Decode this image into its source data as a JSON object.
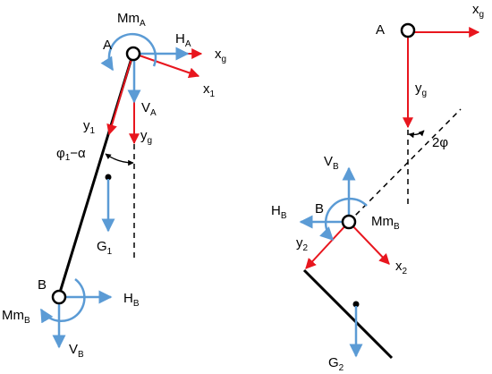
{
  "colors": {
    "force": "#5b9bd5",
    "axis": "#e8161e",
    "member": "#000000",
    "dashed": "#000000",
    "pin": "#000000"
  },
  "left": {
    "point_a": {
      "base": "A",
      "sub": ""
    },
    "moment_a": {
      "base": "Mm",
      "sub": "A"
    },
    "h_a": {
      "base": "H",
      "sub": "A"
    },
    "v_a": {
      "base": "V",
      "sub": "A"
    },
    "xg": {
      "base": "x",
      "sub": "g"
    },
    "x1": {
      "base": "x",
      "sub": "1"
    },
    "y1": {
      "base": "y",
      "sub": "1"
    },
    "yg": {
      "base": "y",
      "sub": "g"
    },
    "angle": {
      "base": "φ",
      "sub": "1",
      "rest": "−α"
    },
    "g1": {
      "base": "G",
      "sub": "1"
    },
    "point_b": {
      "base": "B",
      "sub": ""
    },
    "h_b": {
      "base": "H",
      "sub": "B"
    },
    "moment_b": {
      "base": "Mm",
      "sub": "B"
    },
    "v_b": {
      "base": "V",
      "sub": "B"
    }
  },
  "right": {
    "point_a": {
      "base": "A",
      "sub": ""
    },
    "xg": {
      "base": "x",
      "sub": "g"
    },
    "yg": {
      "base": "y",
      "sub": "g"
    },
    "angle": {
      "base": "2φ",
      "sub": ""
    },
    "v_b": {
      "base": "V",
      "sub": "B"
    },
    "h_b": {
      "base": "H",
      "sub": "B"
    },
    "point_b": {
      "base": "B",
      "sub": ""
    },
    "moment_b": {
      "base": "Mm",
      "sub": "B"
    },
    "y2": {
      "base": "y",
      "sub": "2"
    },
    "x2": {
      "base": "x",
      "sub": "2"
    },
    "g2": {
      "base": "G",
      "sub": "2"
    }
  }
}
